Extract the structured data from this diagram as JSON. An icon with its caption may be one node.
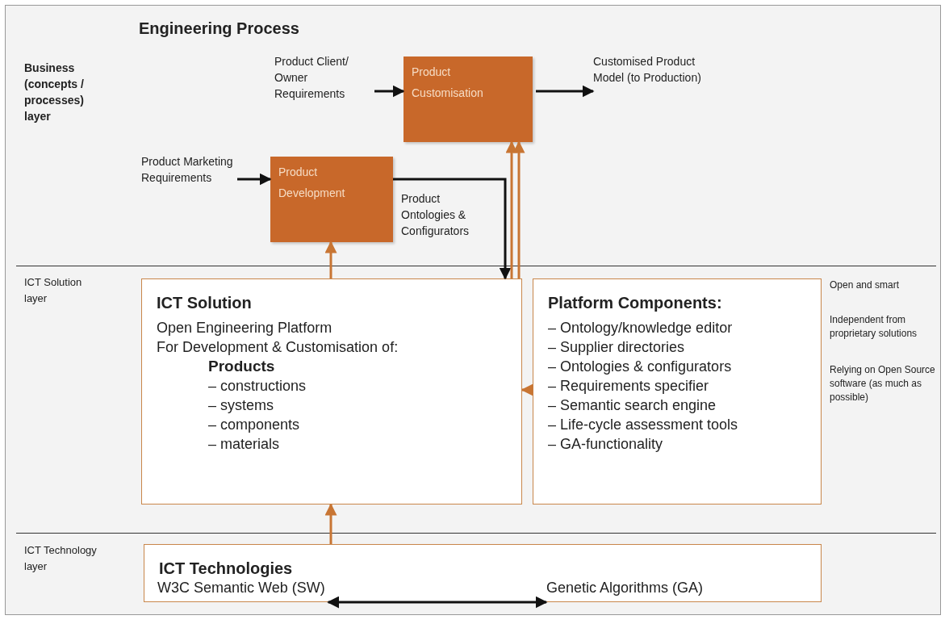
{
  "diagram": {
    "title": "Engineering Process",
    "nodes": [
      {
        "text": [
          "Product Client/ Owner Requirements"
        ]
      },
      {
        "text": [
          "Product Customisation"
        ]
      },
      {
        "text": [
          "Customised Product Model (to Production)"
        ]
      },
      {
        "text": [
          "Product Marketing Requirements"
        ]
      },
      {
        "text": [
          "Product Development"
        ]
      },
      {
        "text": [
          "ICT Solution",
          "Open Engineering Platform",
          "For Development & Customisation of:",
          "Products",
          "– constructions",
          "– systems",
          "– components",
          "– materials"
        ]
      },
      {
        "text": [
          "Platform Components:",
          "– Ontology/knowledge editor",
          "– Supplier directories",
          "– Ontologies & configurators",
          "– Requirements specifier",
          "– Semantic search engine",
          "– Life-cycle assessment tools",
          "– GA-functionality"
        ]
      },
      {
        "text": [
          "ICT Technologies"
        ]
      },
      {
        "text": [
          "W3C Semantic Web (SW)"
        ],
        "in": 7
      },
      {
        "text": [
          "Genetic Algorithms (GA)"
        ],
        "in": 7
      }
    ],
    "edges": [
      {
        "from": 0,
        "to": 1,
        "arrow": "to"
      },
      {
        "from": 1,
        "to": 2,
        "arrow": "to"
      },
      {
        "from": 3,
        "to": 4,
        "arrow": "to"
      },
      {
        "from": 4,
        "to": 5,
        "arrow": "to",
        "label": "Product Ontologies & Configurators"
      },
      {
        "from": 5,
        "to": 4,
        "arrow": "to",
        "color": "#c87533"
      },
      {
        "from": 5,
        "to": 1,
        "arrow": "to",
        "color": "#c87533"
      },
      {
        "from": 5,
        "to": 1,
        "arrow": "to",
        "color": "#c87533"
      },
      {
        "from": 6,
        "to": 5,
        "arrow": "to",
        "color": "#c87533"
      },
      {
        "from": 7,
        "to": 5,
        "arrow": "to",
        "color": "#c87533"
      },
      {
        "from": 8,
        "to": 9,
        "arrow": "both"
      }
    ],
    "labels": [
      "Business (concepts / processes) layer",
      "ICT Solution layer",
      "ICT Technology layer",
      "Open and smart",
      "Independent from proprietary solutions",
      "Relying on Open Source software (as much as possible)"
    ]
  }
}
